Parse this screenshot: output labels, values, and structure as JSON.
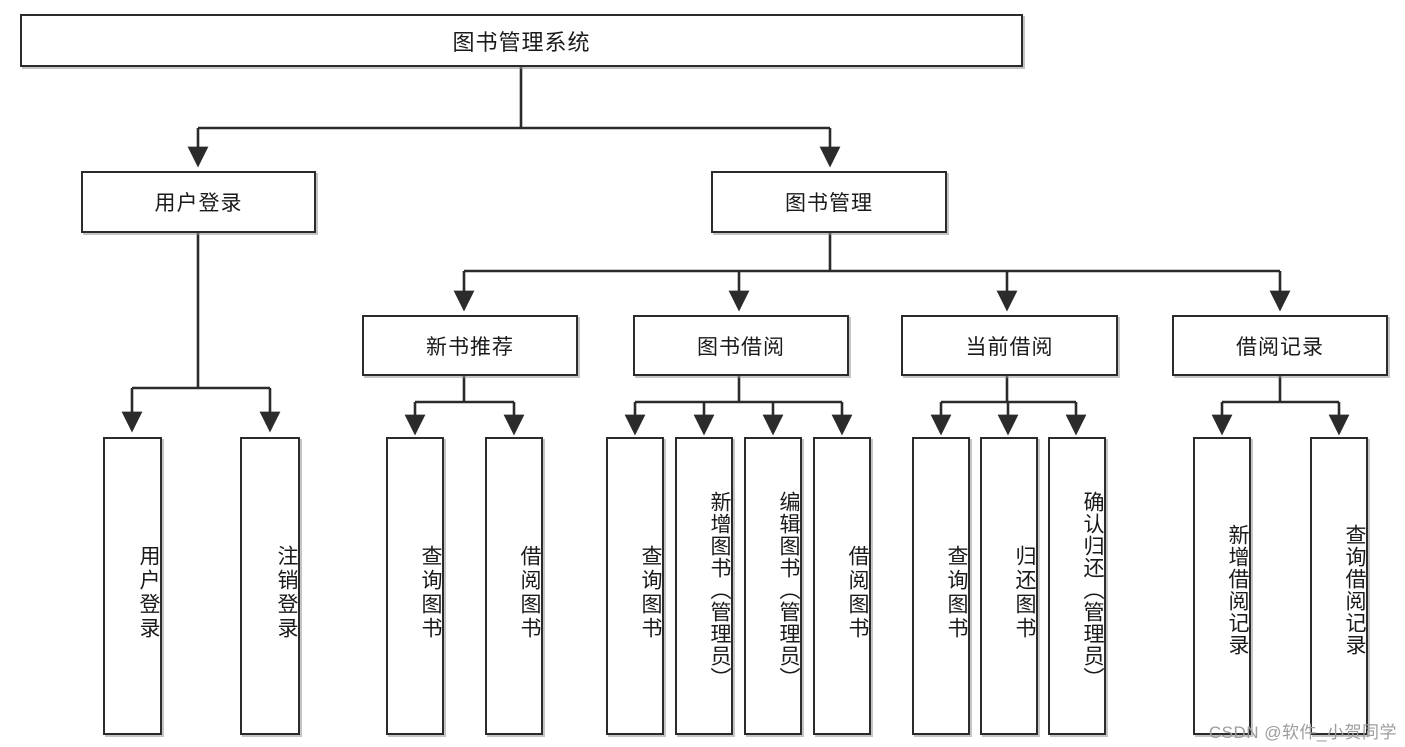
{
  "diagram": {
    "type": "tree-hierarchy",
    "title": "图书管理系统",
    "root": {
      "label": "图书管理系统"
    },
    "level1": [
      {
        "id": "user-login",
        "label": "用户登录"
      },
      {
        "id": "book-manage",
        "label": "图书管理"
      }
    ],
    "level2": [
      {
        "id": "new-book-recommend",
        "label": "新书推荐",
        "parent": "book-manage"
      },
      {
        "id": "book-borrow",
        "label": "图书借阅",
        "parent": "book-manage"
      },
      {
        "id": "current-borrow",
        "label": "当前借阅",
        "parent": "book-manage"
      },
      {
        "id": "borrow-record",
        "label": "借阅记录",
        "parent": "book-manage"
      }
    ],
    "leaves": [
      {
        "id": "leaf-user-login",
        "label": "用户登录",
        "parent": "user-login"
      },
      {
        "id": "leaf-user-logout",
        "label": "注销登录",
        "parent": "user-login"
      },
      {
        "id": "leaf-query-book-1",
        "label": "查询图书",
        "parent": "new-book-recommend"
      },
      {
        "id": "leaf-borrow-book-1",
        "label": "借阅图书",
        "parent": "new-book-recommend"
      },
      {
        "id": "leaf-query-book-2",
        "label": "查询图书",
        "parent": "book-borrow"
      },
      {
        "id": "leaf-add-book",
        "label": "新增图书（管理员）",
        "parent": "book-borrow"
      },
      {
        "id": "leaf-edit-book",
        "label": "编辑图书（管理员）",
        "parent": "book-borrow"
      },
      {
        "id": "leaf-borrow-book-2",
        "label": "借阅图书",
        "parent": "book-borrow"
      },
      {
        "id": "leaf-query-book-3",
        "label": "查询图书",
        "parent": "current-borrow"
      },
      {
        "id": "leaf-return-book",
        "label": "归还图书",
        "parent": "current-borrow"
      },
      {
        "id": "leaf-confirm-return",
        "label": "确认归还（管理员）",
        "parent": "current-borrow"
      },
      {
        "id": "leaf-add-record",
        "label": "新增借阅记录",
        "parent": "borrow-record"
      },
      {
        "id": "leaf-query-record",
        "label": "查询借阅记录",
        "parent": "borrow-record"
      }
    ]
  },
  "watermark": {
    "text": "CSDN @软件_小贺同学"
  },
  "colors": {
    "box_border": "#2b2b2b",
    "box_fill": "#ffffff",
    "edge": "#2b2b2b",
    "text": "#1a1a1a",
    "watermark": "#9c9c9c"
  }
}
